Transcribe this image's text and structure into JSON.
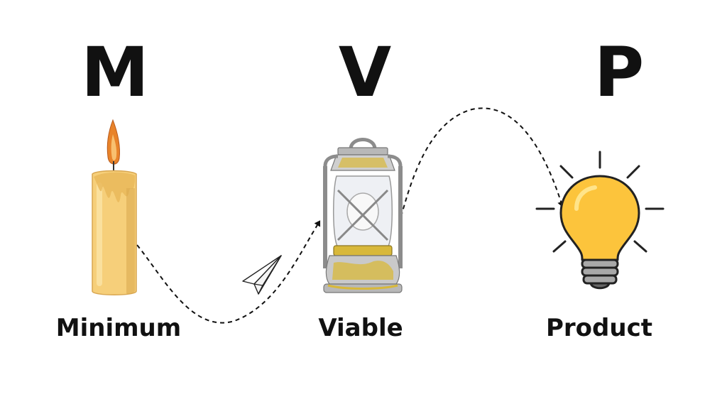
{
  "letters": {
    "m": "M",
    "v": "V",
    "p": "P"
  },
  "words": {
    "m": "Minimum",
    "v": "Viable",
    "p": "Product"
  },
  "icons": {
    "m": "candle-icon",
    "v": "lantern-icon",
    "p": "lightbulb-icon",
    "path": "paper-plane-icon"
  },
  "colors": {
    "text": "#111111",
    "candle_wax": "#f6cf7a",
    "flame": "#e8832a",
    "bulb": "#fcc43c",
    "lantern_metal": "#9a9a9a",
    "lantern_brass": "#d8b83a",
    "dashed_line": "#111111"
  }
}
